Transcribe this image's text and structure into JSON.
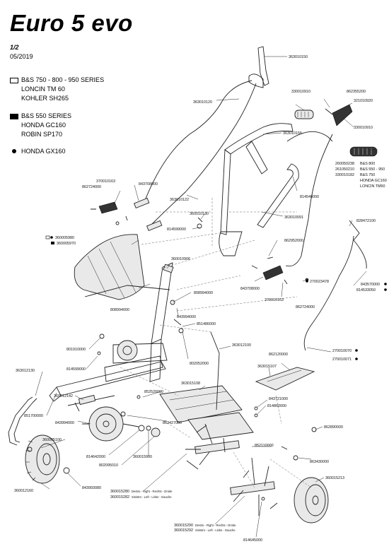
{
  "header": {
    "title": "Euro 5 evo",
    "page": "1/2",
    "date": "05/2019"
  },
  "legend": [
    {
      "symbol": "open-square",
      "lines": [
        "B&S 750 - 800 - 950 SERIES",
        "LONCIN TM 60",
        "KOHLER SH265"
      ]
    },
    {
      "symbol": "filled-square",
      "lines": [
        "B&S 550 SERIES",
        "HONDA GC160",
        "ROBIN SP170"
      ]
    },
    {
      "symbol": "dot",
      "lines": [
        "HONDA GX160"
      ]
    }
  ],
  "parts": {
    "p363010150": "363010150",
    "p330010910a": "330010910",
    "p862355200": "862355200",
    "p321010920": "321010920",
    "p363010120": "363010120",
    "p363010155": "363010155",
    "p330010910b": "330010910",
    "p260050238": "260050238",
    "p260050238_note": "B&S 800",
    "p261050210": "261050210",
    "p261050210_note": "B&S 550 - 950",
    "p330010182": "330010182",
    "p330010182_note1": "B&S 750",
    "p330010182_note2": "HONDA GC160",
    "p330010182_note3": "LONCIN TM60",
    "p370010163a": "370010163",
    "p862724000a": "862724000",
    "p843708000a": "843708000",
    "p363010122": "363010122",
    "p814548000": "814548000",
    "p360010130": "360010130",
    "p814599000a": "814599000",
    "p363010091": "363010091",
    "p828472100": "828472100",
    "p360005980": "360005980",
    "p360005970": "360005970",
    "p862952000": "862952000",
    "p360010906": "360010906",
    "p843708000b": "843708000",
    "p270023478": "270023478",
    "p370010163b": "370010163",
    "p862724000b": "862724000",
    "p843570000": "843570000",
    "p814533050": "814533050",
    "p808994000a": "808994000",
    "p808994000b": "808994000",
    "p843994000a": "843994000",
    "p851486000": "851486000",
    "p363012100": "363012100",
    "p801910000": "801910000",
    "p270010070": "270010070",
    "p270010071": "270010071",
    "p862120000": "862120000",
    "p802052000": "802052000",
    "p363015107": "363015107",
    "p814599000b": "814599000",
    "p363012130": "363012130",
    "p363015108": "363015108",
    "p852520000": "852520000",
    "p843721000": "843721000",
    "p360012142": "360012142",
    "p851700000": "851700000",
    "p814860000": "814860000",
    "p843994000b": "843994000",
    "p863427000": "863427000",
    "p862890000": "862890000",
    "p360005100": "360005100",
    "p852110000": "852110000",
    "p814642000": "814642000",
    "p863430000": "863430000",
    "p802095010": "802095010",
    "p360015900": "360015900",
    "p360015213": "360015213",
    "p843993080": "843993080",
    "p360012160": "360012160",
    "p360015280": "360015280",
    "p360015280_note": "Destro - Right - Rechts - Droite",
    "p360015282": "360015282",
    "p360015282_note": "Sinistro - Left - Links - Gauche",
    "p360015290": "360015290",
    "p360015290_note": "Destro - Right - Rechts - Droite",
    "p360015292": "360015292",
    "p360015292_note": "Sinistro - Left - Links - Gauche",
    "p814645000": "814645000"
  }
}
